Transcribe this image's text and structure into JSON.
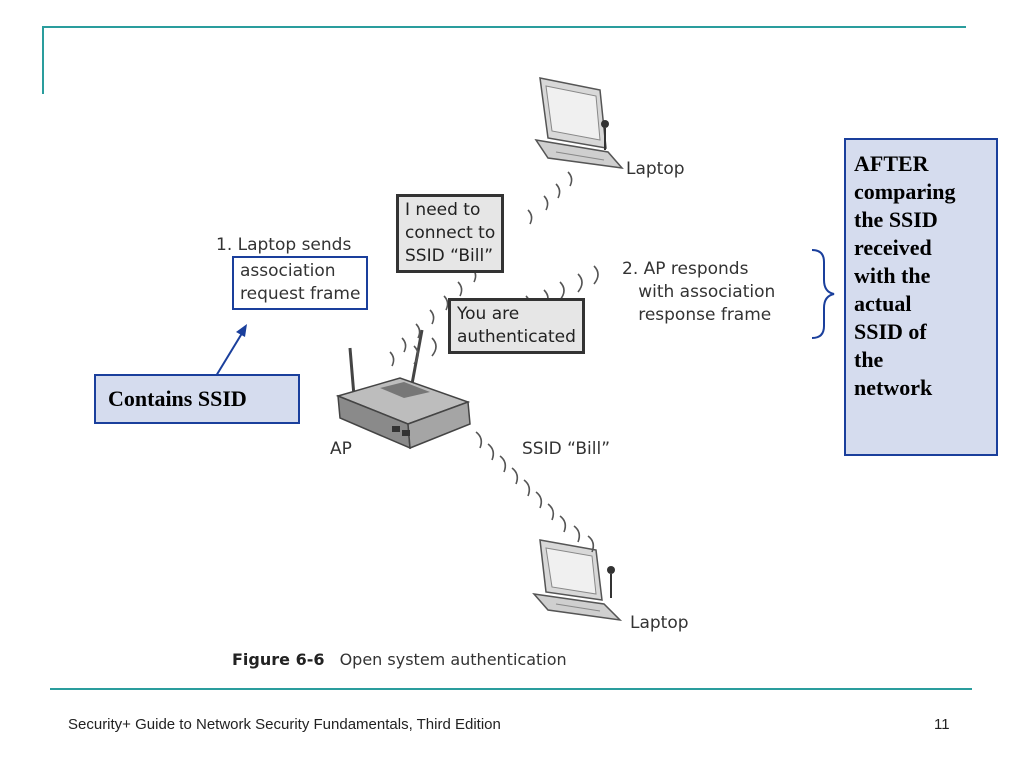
{
  "figure": {
    "labels": {
      "laptop_top": "Laptop",
      "laptop_bottom": "Laptop",
      "ap": "AP",
      "ssid": "SSID “Bill”",
      "step1": "1. Laptop sends",
      "step1_box": "association\nrequest frame",
      "step2": "2. AP responds\n   with association\n   response frame"
    },
    "bubbles": {
      "need": "I need to\nconnect to\nSSID “Bill”",
      "auth": "You are\nauthenticated"
    },
    "caption": {
      "number": "Figure 6-6",
      "text": "Open system authentication"
    }
  },
  "callouts": {
    "contains": "Contains SSID",
    "after": "AFTER\ncomparing\nthe SSID\nreceived\nwith the\nactual\nSSID of\nthe\nnetwork"
  },
  "footer": {
    "title": "Security+ Guide to Network Security Fundamentals, Third Edition",
    "page": "11"
  },
  "colors": {
    "rule": "#2a9d9d",
    "callout_fill": "#d5dcee",
    "callout_border": "#1a3f9c"
  }
}
